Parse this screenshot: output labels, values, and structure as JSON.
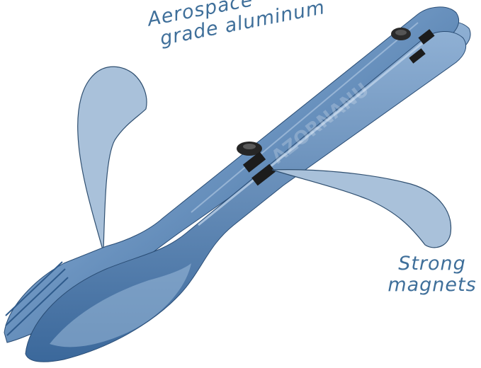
{
  "annotations": {
    "material": {
      "line1": "Aerospace",
      "line2": "grade aluminum"
    },
    "magnets": {
      "line1": "Strong",
      "line2": "magnets"
    }
  },
  "watermark": "AZORNANU",
  "colors": {
    "metal": "#5f88b6",
    "metal_dark": "#2f5b8c",
    "metal_light": "#9dbbdb",
    "callout_fill": "#a9c1da",
    "text": "#3f6f9a",
    "magnet": "#1c1c1c"
  }
}
